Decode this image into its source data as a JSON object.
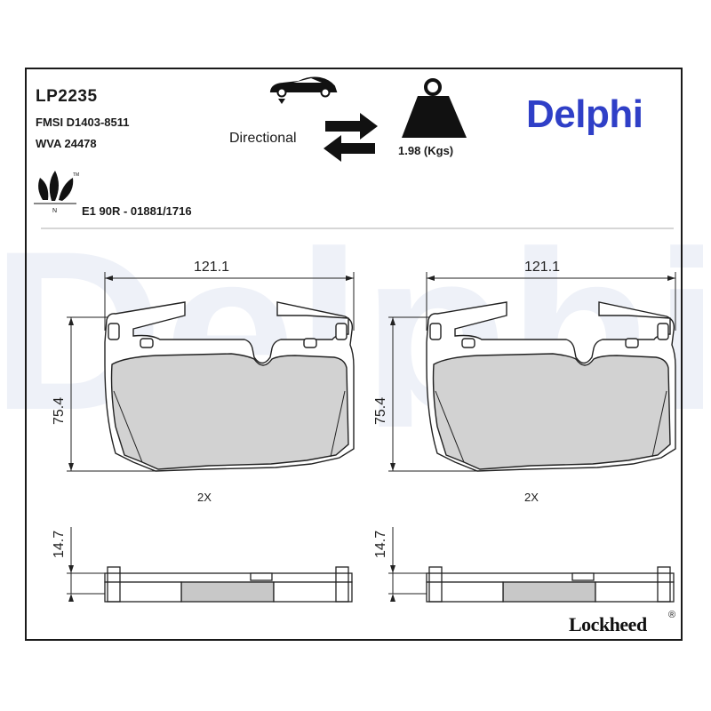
{
  "header": {
    "part_number": "LP2235",
    "fmsi": "FMSI D1403-8511",
    "wva": "WVA 24478",
    "approval": "E1 90R - 01881/1716",
    "directional_label": "Directional",
    "weight": "1.98 (Kgs)",
    "brand": "Delphi",
    "watermark": "Delphi"
  },
  "drawings": {
    "left_width": "121.1",
    "right_width": "121.1",
    "left_height": "75.4",
    "right_height": "75.4",
    "left_qty": "2X",
    "right_qty": "2X",
    "left_thickness": "14.7",
    "right_thickness": "14.7"
  },
  "footer": {
    "lockheed": "Lockheed",
    "registered": "®"
  },
  "colors": {
    "brand_blue": "#2f3fc7",
    "friction_gray": "#d2d2d2",
    "watermark_blue": "#eef1f8"
  }
}
